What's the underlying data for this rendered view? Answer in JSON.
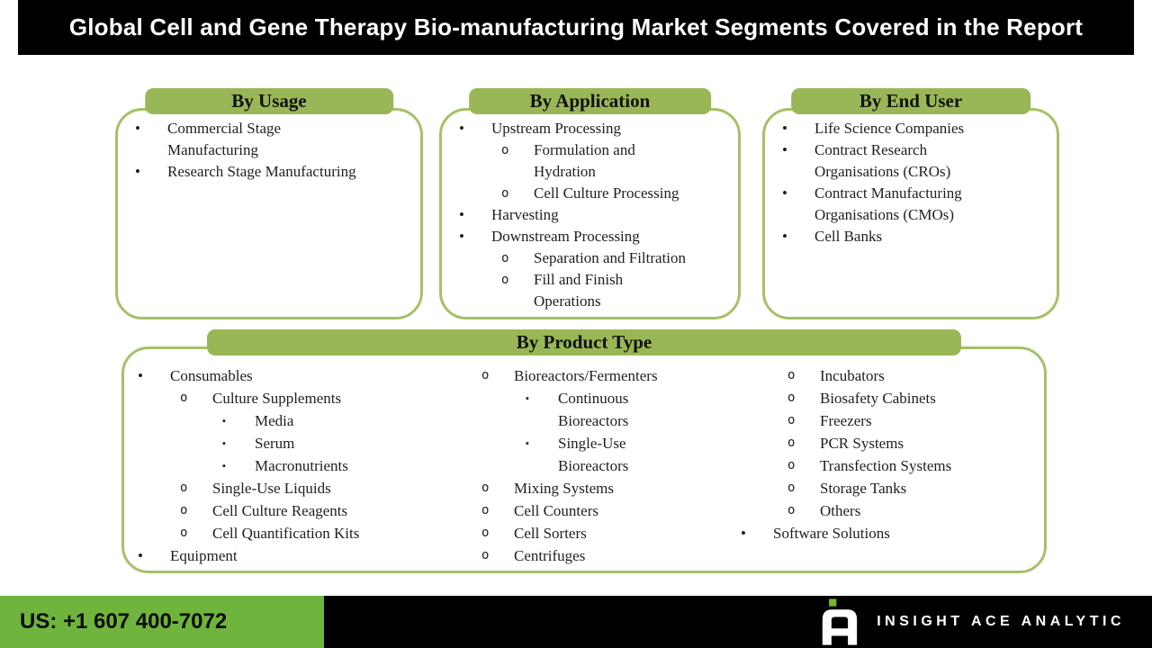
{
  "header": {
    "title": "Global Cell and Gene Therapy Bio-manufacturing Market Segments Covered in the Report"
  },
  "boxes": [
    {
      "id": "by-usage",
      "title": "By Usage",
      "items": [
        {
          "level": 1,
          "text": "Commercial Stage\nManufacturing"
        },
        {
          "level": 1,
          "text": "Research Stage Manufacturing"
        }
      ]
    },
    {
      "id": "by-application",
      "title": "By Application",
      "items": [
        {
          "level": 1,
          "text": "Upstream Processing"
        },
        {
          "level": 2,
          "text": "Formulation and\nHydration"
        },
        {
          "level": 2,
          "text": "Cell Culture Processing"
        },
        {
          "level": 1,
          "text": "Harvesting"
        },
        {
          "level": 1,
          "text": "Downstream Processing"
        },
        {
          "level": 2,
          "text": "Separation and Filtration"
        },
        {
          "level": 2,
          "text": "Fill and Finish\nOperations"
        }
      ]
    },
    {
      "id": "by-end-user",
      "title": "By End User",
      "items": [
        {
          "level": 1,
          "text": "Life Science Companies"
        },
        {
          "level": 1,
          "text": "Contract Research\nOrganisations (CROs)"
        },
        {
          "level": 1,
          "text": "Contract Manufacturing\nOrganisations (CMOs)"
        },
        {
          "level": 1,
          "text": "Cell Banks"
        }
      ]
    }
  ],
  "product_box": {
    "title": "By Product Type",
    "columns": [
      [
        {
          "level": 1,
          "text": "Consumables"
        },
        {
          "level": 2,
          "text": "Culture Supplements"
        },
        {
          "level": 3,
          "text": "Media"
        },
        {
          "level": 3,
          "text": "Serum"
        },
        {
          "level": 3,
          "text": "Macronutrients"
        },
        {
          "level": 2,
          "text": "Single-Use Liquids"
        },
        {
          "level": 2,
          "text": "Cell Culture Reagents"
        },
        {
          "level": 2,
          "text": "Cell Quantification Kits"
        },
        {
          "level": 1,
          "text": "Equipment"
        }
      ],
      [
        {
          "level": 2,
          "text": "Bioreactors/Fermenters"
        },
        {
          "level": 3,
          "text": "Continuous\nBioreactors"
        },
        {
          "level": 3,
          "text": "Single-Use\nBioreactors"
        },
        {
          "level": 2,
          "text": "Mixing Systems"
        },
        {
          "level": 2,
          "text": "Cell Counters"
        },
        {
          "level": 2,
          "text": "Cell Sorters"
        },
        {
          "level": 2,
          "text": "Centrifuges"
        }
      ],
      [
        {
          "level": 2,
          "text": "Incubators"
        },
        {
          "level": 2,
          "text": "Biosafety Cabinets"
        },
        {
          "level": 2,
          "text": "Freezers"
        },
        {
          "level": 2,
          "text": "PCR Systems"
        },
        {
          "level": 2,
          "text": "Transfection Systems"
        },
        {
          "level": 2,
          "text": "Storage Tanks"
        },
        {
          "level": 2,
          "text": "Others"
        },
        {
          "level": 1,
          "text": "Software Solutions"
        }
      ]
    ]
  },
  "bullets": {
    "1": "•",
    "2": "o",
    "3": "▪"
  },
  "footer": {
    "phone": "US: +1 607 400-7072",
    "brand": "INSIGHT ACE ANALYTIC",
    "logo_icon": "insight-ace-logo"
  },
  "colors": {
    "tab_green": "#9ab757",
    "border_green": "#a5c167",
    "footer_green": "#6fb43d",
    "logo_green": "#76b82a",
    "bar_black": "#000000",
    "text": "#1f1f1f"
  }
}
